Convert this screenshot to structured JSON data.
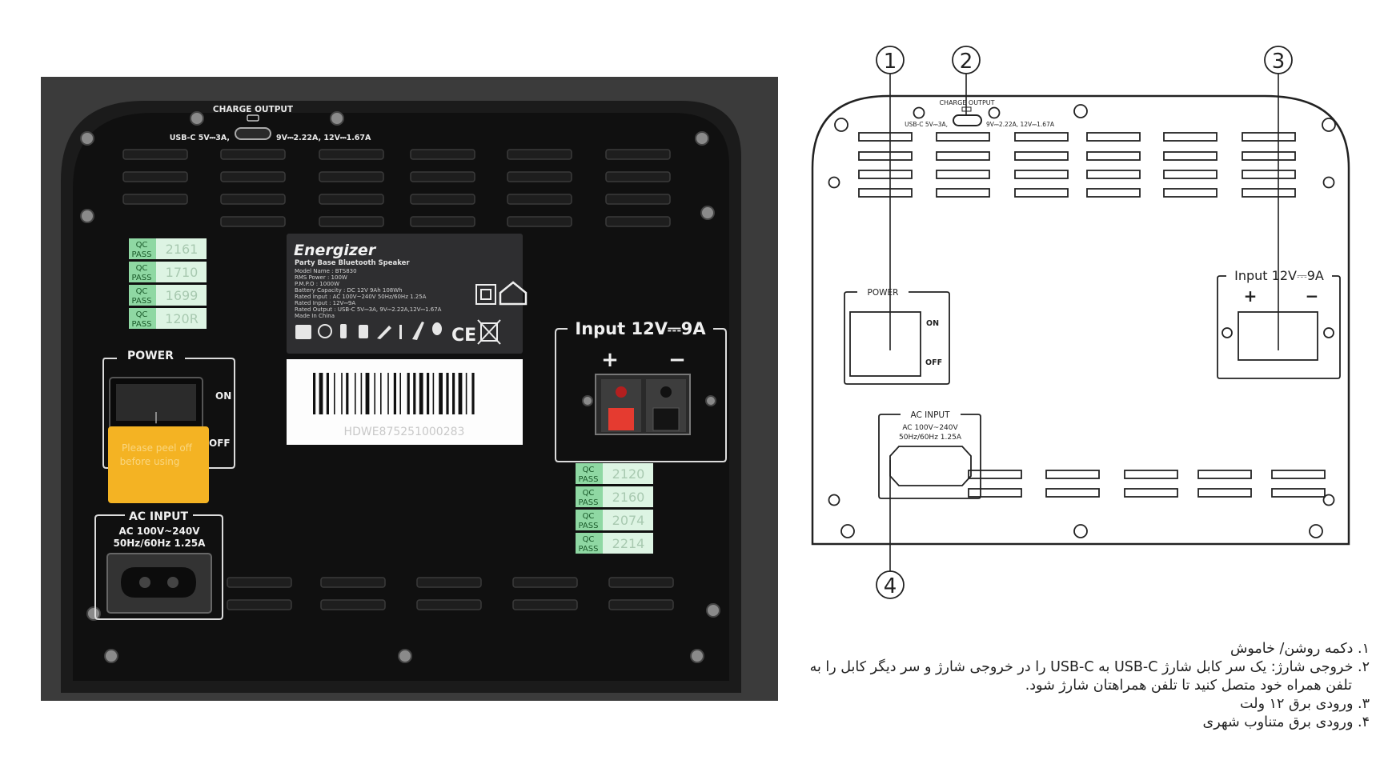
{
  "photo": {
    "charge_output": "CHARGE OUTPUT",
    "usbc_left": "USB-C 5V⎓3A,",
    "usbc_right": "9V⎓2.22A, 12V⎓1.67A",
    "brand": "Energizer",
    "product": "Party Base Bluetooth Speaker",
    "specs": [
      "Model Name : BTS830",
      "RMS Power : 100W",
      "P.M.P.O : 1000W",
      "Battery Capacity : DC 12V 9Ah 108Wh",
      "Rated Input : AC 100V~240V 50Hz/60Hz 1.25A",
      "Rated Input : 12V⎓9A",
      "Rated Output : USB-C 5V⎓3A, 9V⎓2.22A,12V⎓1.67A",
      "Made In China"
    ],
    "barcode_text": "HDWE875251000283",
    "qc_label_top": "QC",
    "qc_label_bottom": "PASS",
    "qc_left": [
      "2161",
      "1710",
      "1699",
      "120R"
    ],
    "qc_right": [
      "2120",
      "2160",
      "2074",
      "2214"
    ],
    "power": "POWER",
    "on": "ON",
    "off": "OFF",
    "peel_line1": "Please peel off",
    "peel_line2": "before using",
    "input_title": "Input 12V⎓9A",
    "plus": "+",
    "minus": "−",
    "ac_input": "AC INPUT",
    "ac_line1": "AC 100V~240V",
    "ac_line2": "50Hz/60Hz 1.25A"
  },
  "diagram": {
    "callouts": [
      "1",
      "2",
      "3",
      "4"
    ],
    "charge_output": "CHARGE OUTPUT",
    "usbc_left": "USB-C 5V⎓3A,",
    "usbc_right": "9V⎓2.22A, 12V⎓1.67A",
    "power": "POWER",
    "on": "ON",
    "off": "OFF",
    "input_title": "Input 12V⎓9A",
    "plus": "+",
    "minus": "−",
    "ac_input": "AC INPUT",
    "ac_line1": "AC 100V~240V",
    "ac_line2": "50Hz/60Hz 1.25A"
  },
  "captions": [
    "۱. دکمه روشن/ خاموش",
    "۲. خروجی شارژ: یک سر کابل شارژ USB-C به USB-C را در خروجی شارژ و سر دیگر کابل را به",
    "تلفن همراه خود متصل کنید تا تلفن همراهتان شارژ شود.",
    "۳. ورودی برق ۱۲ ولت",
    "۴. ورودی برق متناوب شهری"
  ]
}
